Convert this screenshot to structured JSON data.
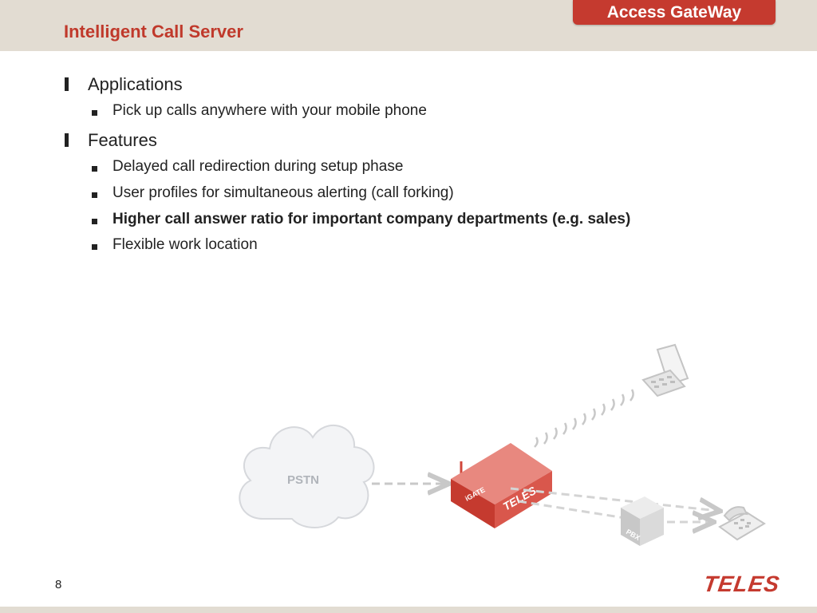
{
  "header": {
    "title": "Intelligent Call Server",
    "brand_tab": "Access GateWay"
  },
  "sections": [
    {
      "title": "Applications",
      "items": [
        "Pick up calls anywhere with your mobile phone"
      ]
    },
    {
      "title": "Features",
      "items": [
        "Delayed call redirection during setup phase",
        "User profiles for simultaneous alerting (call forking)",
        "Higher call answer ratio for important company departments (e.g. sales)",
        "Flexible work location"
      ]
    }
  ],
  "diagram": {
    "cloud_label": "PSTN",
    "gateway_label": "iGATE",
    "gateway_brand": "TELES",
    "pbx_label": "PBX"
  },
  "footer": {
    "page_number": "8",
    "logo": "TELES"
  },
  "colors": {
    "accent": "#c53a2f",
    "header_bg": "#e2dcd2"
  }
}
